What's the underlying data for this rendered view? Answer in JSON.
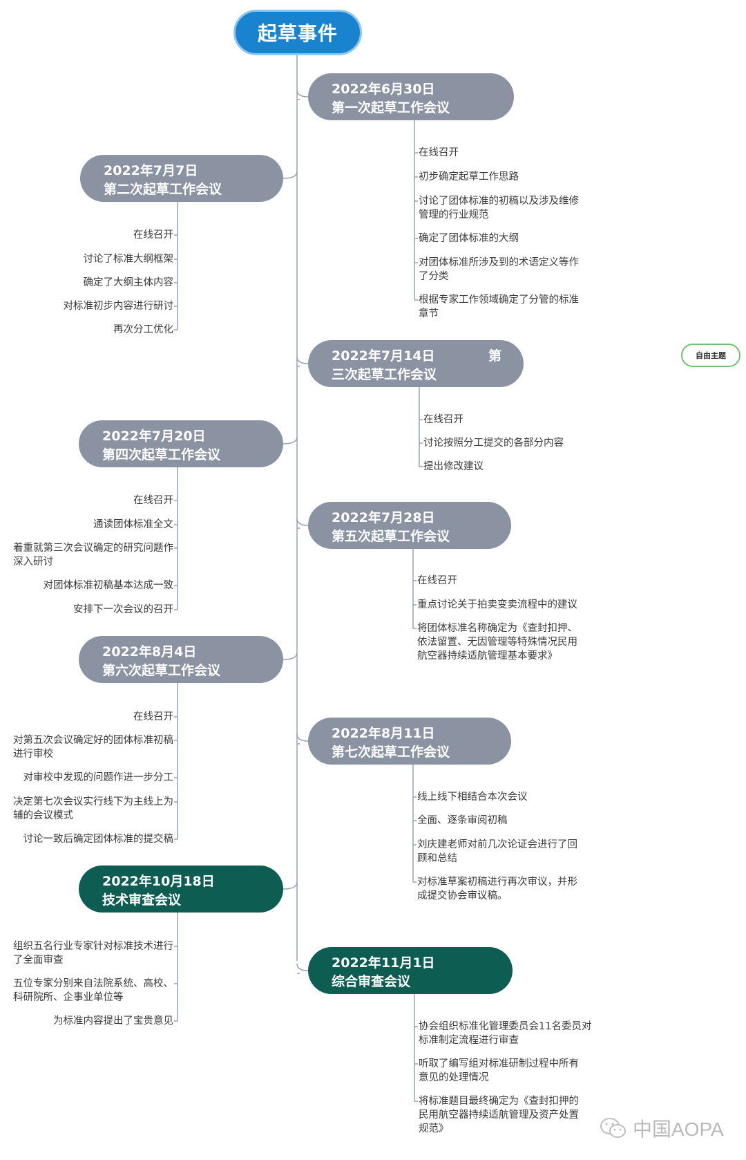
{
  "root": {
    "title": "起草事件"
  },
  "free_topic": "自由主题",
  "watermark": "中国AOPA",
  "nodes": [
    {
      "date": "2022年6月30日",
      "title": "第一次起草工作会议",
      "style": "gray",
      "items": [
        "在线召开",
        "初步确定起草工作思路",
        "讨论了团体标准的初稿以及涉及维修\n管理的行业规范",
        "确定了团体标准的大纲",
        "对团体标准所涉及到的术语定义等作\n了分类",
        "根据专家工作领域确定了分管的标准\n章节"
      ]
    },
    {
      "date": "2022年7月7日",
      "title": "第二次起草工作会议",
      "style": "gray",
      "items": [
        "在线召开",
        "讨论了标准大纲框架",
        "确定了大纲主体内容",
        "对标准初步内容进行研讨",
        "再次分工优化"
      ]
    },
    {
      "date": "2022年7月14日",
      "date_suffix": "第",
      "title": "三次起草工作会议",
      "style": "gray",
      "items": [
        "在线召开",
        "讨论按照分工提交的各部分内容",
        "提出修改建议"
      ]
    },
    {
      "date": "2022年7月20日",
      "title": "第四次起草工作会议",
      "style": "gray",
      "items": [
        "在线召开",
        "通读团体标准全文",
        "着重就第三次会议确定的研究问题作\n深入研讨",
        "对团体标准初稿基本达成一致",
        "安排下一次会议的召开"
      ]
    },
    {
      "date": "2022年7月28日",
      "title": "第五次起草工作会议",
      "style": "gray",
      "items": [
        "在线召开",
        "重点讨论关于拍卖变卖流程中的建议",
        "将团体标准名称确定为《查封扣押、\n依法留置、无因管理等特殊情况民用\n航空器持续适航管理基本要求》"
      ]
    },
    {
      "date": "2022年8月4日",
      "title": "第六次起草工作会议",
      "style": "gray",
      "items": [
        "在线召开",
        "对第五次会议确定好的团体标准初稿\n进行审校",
        "对审校中发现的问题作进一步分工",
        "决定第七次会议实行线下为主线上为\n辅的会议模式",
        "讨论一致后确定团体标准的提交稿"
      ]
    },
    {
      "date": "2022年8月11日",
      "title": "第七次起草工作会议",
      "style": "gray",
      "items": [
        "线上线下相结合本次会议",
        "全面、逐条审阅初稿",
        "刘庆建老师对前几次论证会进行了回\n顾和总结",
        "对标准草案初稿进行再次审议，并形\n成提交协会审议稿。"
      ]
    },
    {
      "date": "2022年10月18日",
      "title": "技术审查会议",
      "style": "green",
      "items": [
        "组织五名行业专家针对标准技术进行\n了全面审查",
        "五位专家分别来自法院系统、高校、\n科研院所、企事业单位等",
        "为标准内容提出了宝贵意见"
      ]
    },
    {
      "date": "2022年11月1日",
      "title": "综合审查会议",
      "style": "green",
      "items": [
        "协会组织标准化管理委员会11名委员对\n标准制定流程进行审查",
        "听取了编写组对标准研制过程中所有\n意见的处理情况",
        "将标准题目最终确定为《查封扣押的\n民用航空器持续适航管理及资产处置\n规范》"
      ]
    }
  ]
}
